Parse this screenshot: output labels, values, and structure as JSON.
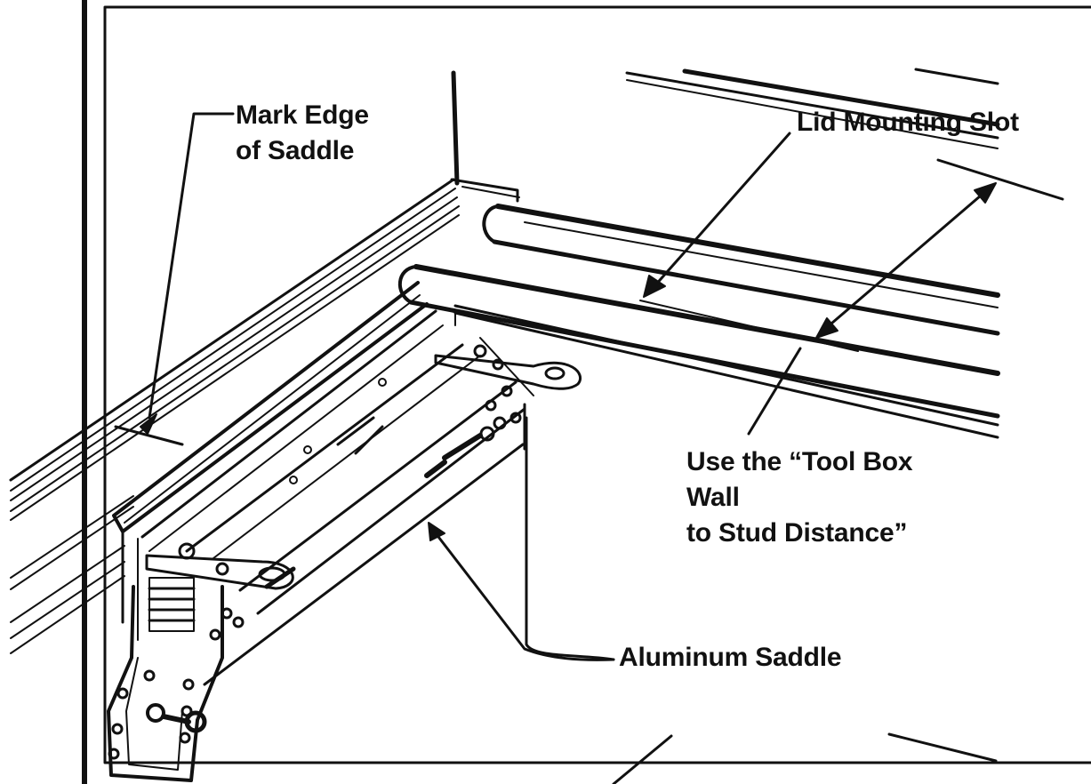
{
  "labels": {
    "mark_edge": [
      "Mark Edge",
      "of Saddle"
    ],
    "lid_slot": "Lid Mounting Slot",
    "tool_box": [
      "Use the “Tool Box",
      "Wall",
      "to Stud Distance”"
    ],
    "saddle": "Aluminum Saddle"
  },
  "colors": {
    "ink": "#111111",
    "paper": "#ffffff"
  }
}
